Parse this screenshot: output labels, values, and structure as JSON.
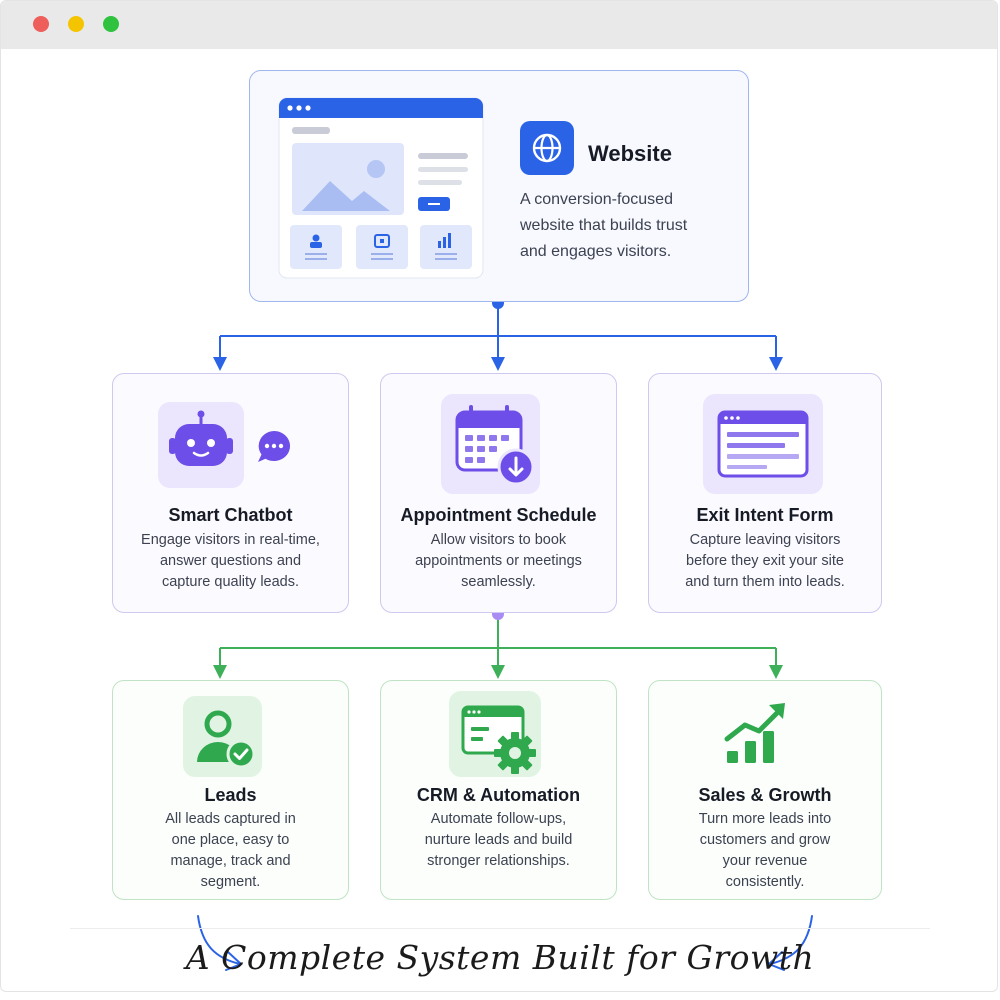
{
  "website": {
    "title": "Website",
    "description_lines": [
      "A conversion-focused",
      "website that builds trust",
      "and engages visitors."
    ]
  },
  "features": [
    {
      "title": "Smart Chatbot",
      "description_lines": [
        "Engage visitors in real-time,",
        "answer questions and",
        "capture quality leads."
      ],
      "icon": "robot-icon"
    },
    {
      "title": "Appointment Schedule",
      "description_lines": [
        "Allow visitors to book",
        "appointments or meetings",
        "seamlessly."
      ],
      "icon": "calendar-icon"
    },
    {
      "title": "Exit Intent Form",
      "description_lines": [
        "Capture leaving visitors",
        "before they exit your site",
        "and turn them into leads."
      ],
      "icon": "form-window-icon"
    }
  ],
  "outcomes": [
    {
      "title": "Leads",
      "description_lines": [
        "All leads captured in",
        "one place, easy to",
        "manage, track and",
        "segment."
      ],
      "icon": "user-check-icon"
    },
    {
      "title": "CRM & Automation",
      "description_lines": [
        "Automate follow-ups,",
        "nurture leads and build",
        "stronger relationships."
      ],
      "icon": "crm-gear-icon"
    },
    {
      "title": "Sales & Growth",
      "description_lines": [
        "Turn more leads into",
        "customers and grow",
        "your revenue",
        "consistently."
      ],
      "icon": "growth-chart-icon"
    }
  ],
  "tagline": "A Complete System Built for Growth",
  "colors": {
    "blue": "#2b63e6",
    "purple": "#8a6cf0",
    "green": "#3fb05a",
    "window_red": "#ee5f5b",
    "window_yellow": "#f5c400",
    "window_green": "#2fc23e"
  }
}
